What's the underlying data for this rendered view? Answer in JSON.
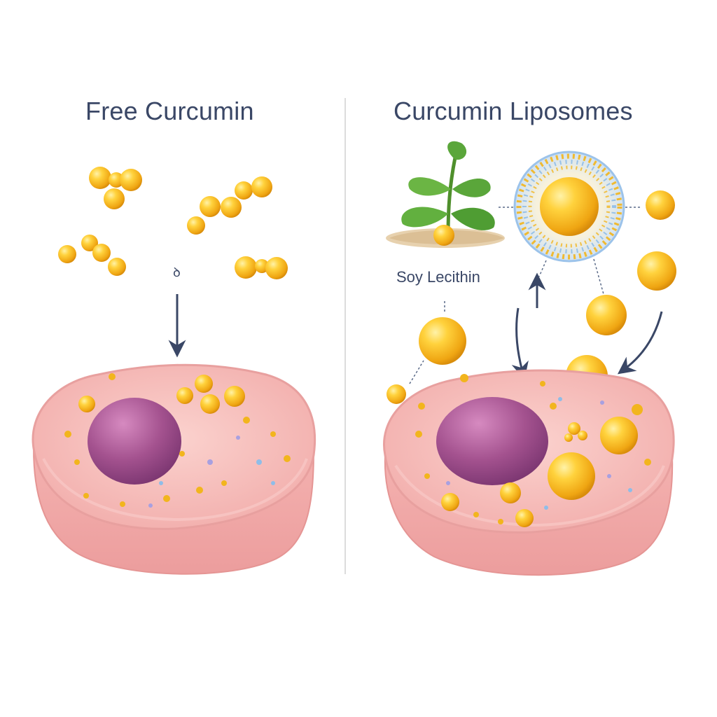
{
  "panels": {
    "left": {
      "title": "Free Curcumin"
    },
    "right": {
      "title": "Curcumin Liposomes",
      "plant_label": "Soy Lecithin"
    }
  },
  "stray_mark": "ꝺ",
  "colors": {
    "heading_text": "#3a4766",
    "arrow": "#3a4766",
    "divider": "#d8d8d8",
    "curcumin_yellow": "#f2b51d",
    "curcumin_highlight": "#ffe27a",
    "cell_body": "#f5b8b6",
    "cell_edge": "#e99a98",
    "nucleus": "#9c4a87",
    "leaf_green": "#5aa63a",
    "soil": "#d9bf96",
    "liposome_shell_blue": "#8fbde8"
  },
  "icons": [
    "arrow-down-icon",
    "arrow-up-icon",
    "plant-icon",
    "liposome-icon",
    "cell-icon",
    "nucleus-icon"
  ]
}
